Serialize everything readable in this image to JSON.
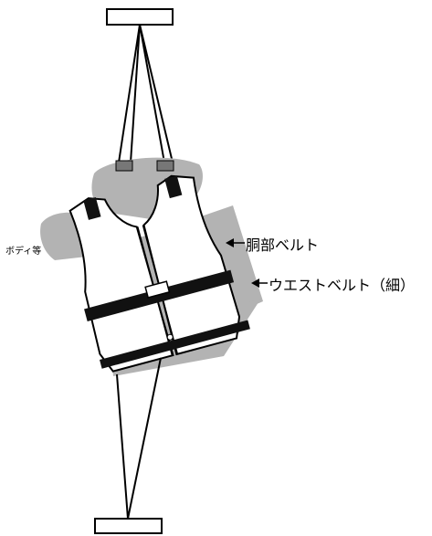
{
  "labels": {
    "chest_belt": "胴部ベルト",
    "waist_belt": "ウエストベルト（細）",
    "body": "ボディ等"
  },
  "colors": {
    "line": "#000000",
    "shadow_gray": "#b3b3b3",
    "belt_black": "#111111",
    "fill_white": "#ffffff"
  }
}
